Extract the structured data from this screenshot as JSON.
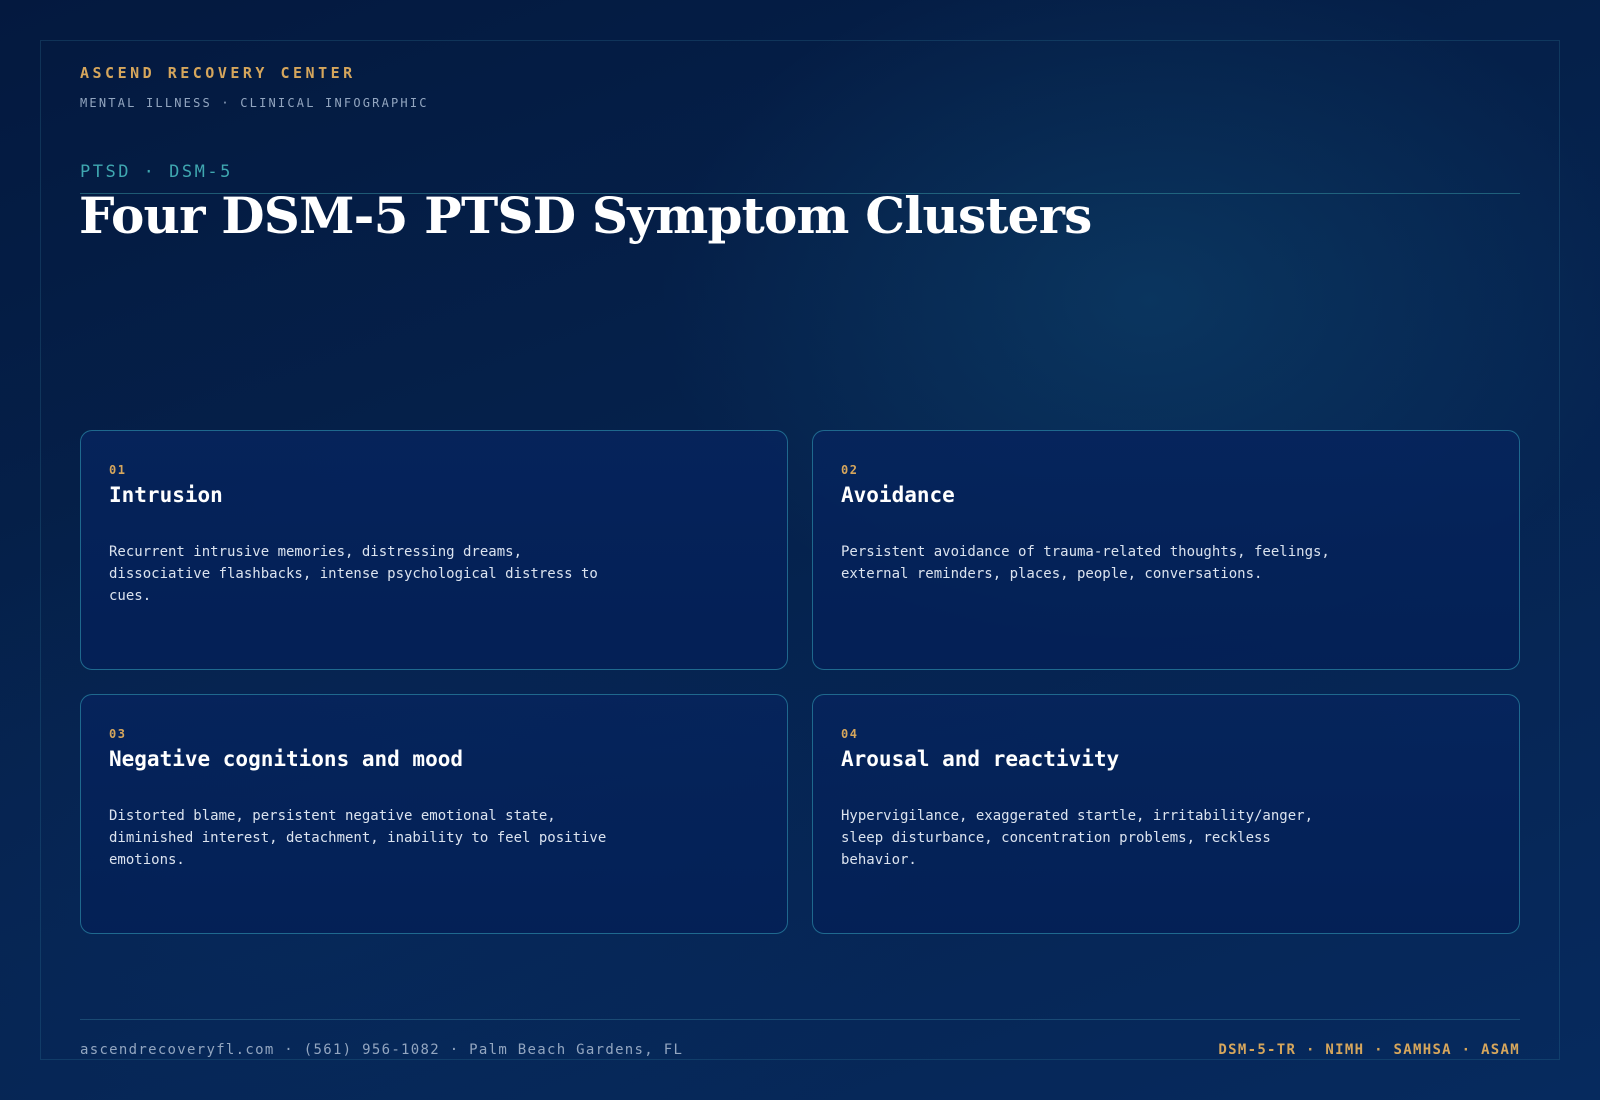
{
  "header": {
    "brand": "ASCEND RECOVERY CENTER",
    "subtitle": "MENTAL ILLNESS · CLINICAL INFOGRAPHIC"
  },
  "hero": {
    "kicker": "PTSD · DSM-5",
    "title": "Four DSM-5 PTSD Symptom Clusters"
  },
  "clusters": [
    {
      "number": "01",
      "title": "Intrusion",
      "description": "Recurrent intrusive memories, distressing dreams, dissociative flashbacks, intense psychological distress to cues."
    },
    {
      "number": "02",
      "title": "Avoidance",
      "description": "Persistent avoidance of trauma-related thoughts, feelings, external reminders, places, people, conversations."
    },
    {
      "number": "03",
      "title": "Negative cognitions and mood",
      "description": "Distorted blame, persistent negative emotional state, diminished interest, detachment, inability to feel positive emotions."
    },
    {
      "number": "04",
      "title": "Arousal and reactivity",
      "description": "Hypervigilance, exaggerated startle, irritability/anger, sleep disturbance, concentration problems, reckless behavior."
    }
  ],
  "footer": {
    "contact": "ascendrecoveryfl.com · (561) 956-1082 · Palm Beach Gardens, FL",
    "sources": "DSM-5-TR · NIMH · SAMHSA · ASAM"
  },
  "colors": {
    "background": "#04193f",
    "accent_gold": "#d6a65c",
    "accent_teal": "#3fa7b0",
    "card_border": "#28829f"
  }
}
